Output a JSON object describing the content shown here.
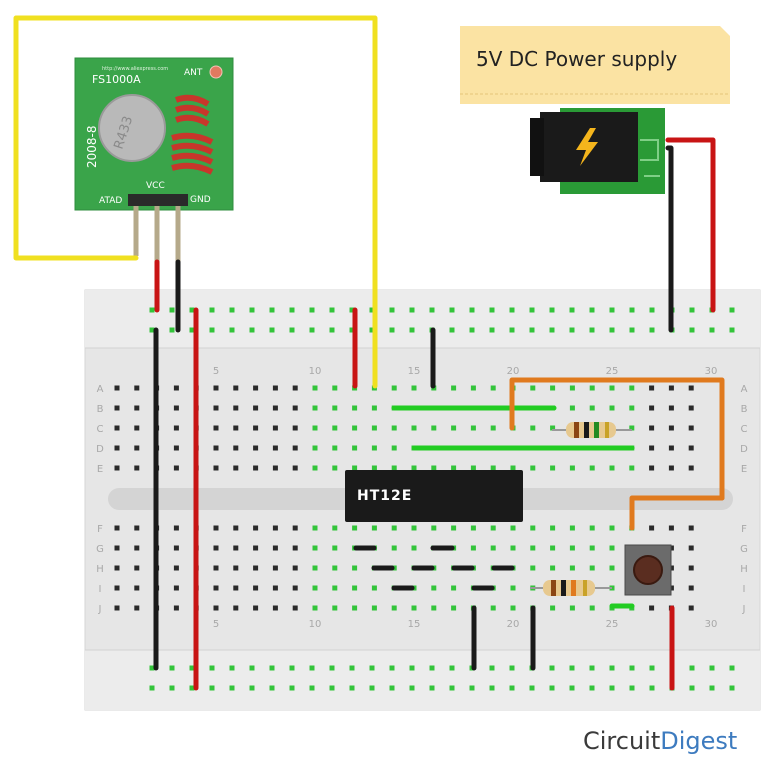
{
  "power_supply": {
    "label": "5V DC Power supply"
  },
  "module": {
    "name": "FS1000A",
    "url": "http://www.aliexpress.com",
    "antenna_label": "ANT",
    "year_label": "2008-8",
    "resonator_label": "R433",
    "pin_vcc": "VCC",
    "pin_data": "ATAD",
    "pin_gnd": "GND"
  },
  "breadboard": {
    "row_labels": [
      "A",
      "B",
      "C",
      "D",
      "E",
      "F",
      "G",
      "H",
      "I",
      "J"
    ],
    "column_numbers": [
      "5",
      "10",
      "15",
      "20",
      "25",
      "30"
    ]
  },
  "ic": {
    "label": "HT12E"
  },
  "brand": {
    "part1": "Circuit",
    "part2": "Digest"
  },
  "colors": {
    "wire_yellow": "#f0e020",
    "wire_red": "#c81414",
    "wire_black": "#1a1a1a",
    "wire_orange": "#e07a1e",
    "wire_green": "#22cc22",
    "pcb_green": "#3aa44a",
    "breadboard": "#e6e6e6",
    "note_yellow": "#fbe3a3",
    "brand_blue": "#3d7bbf"
  }
}
